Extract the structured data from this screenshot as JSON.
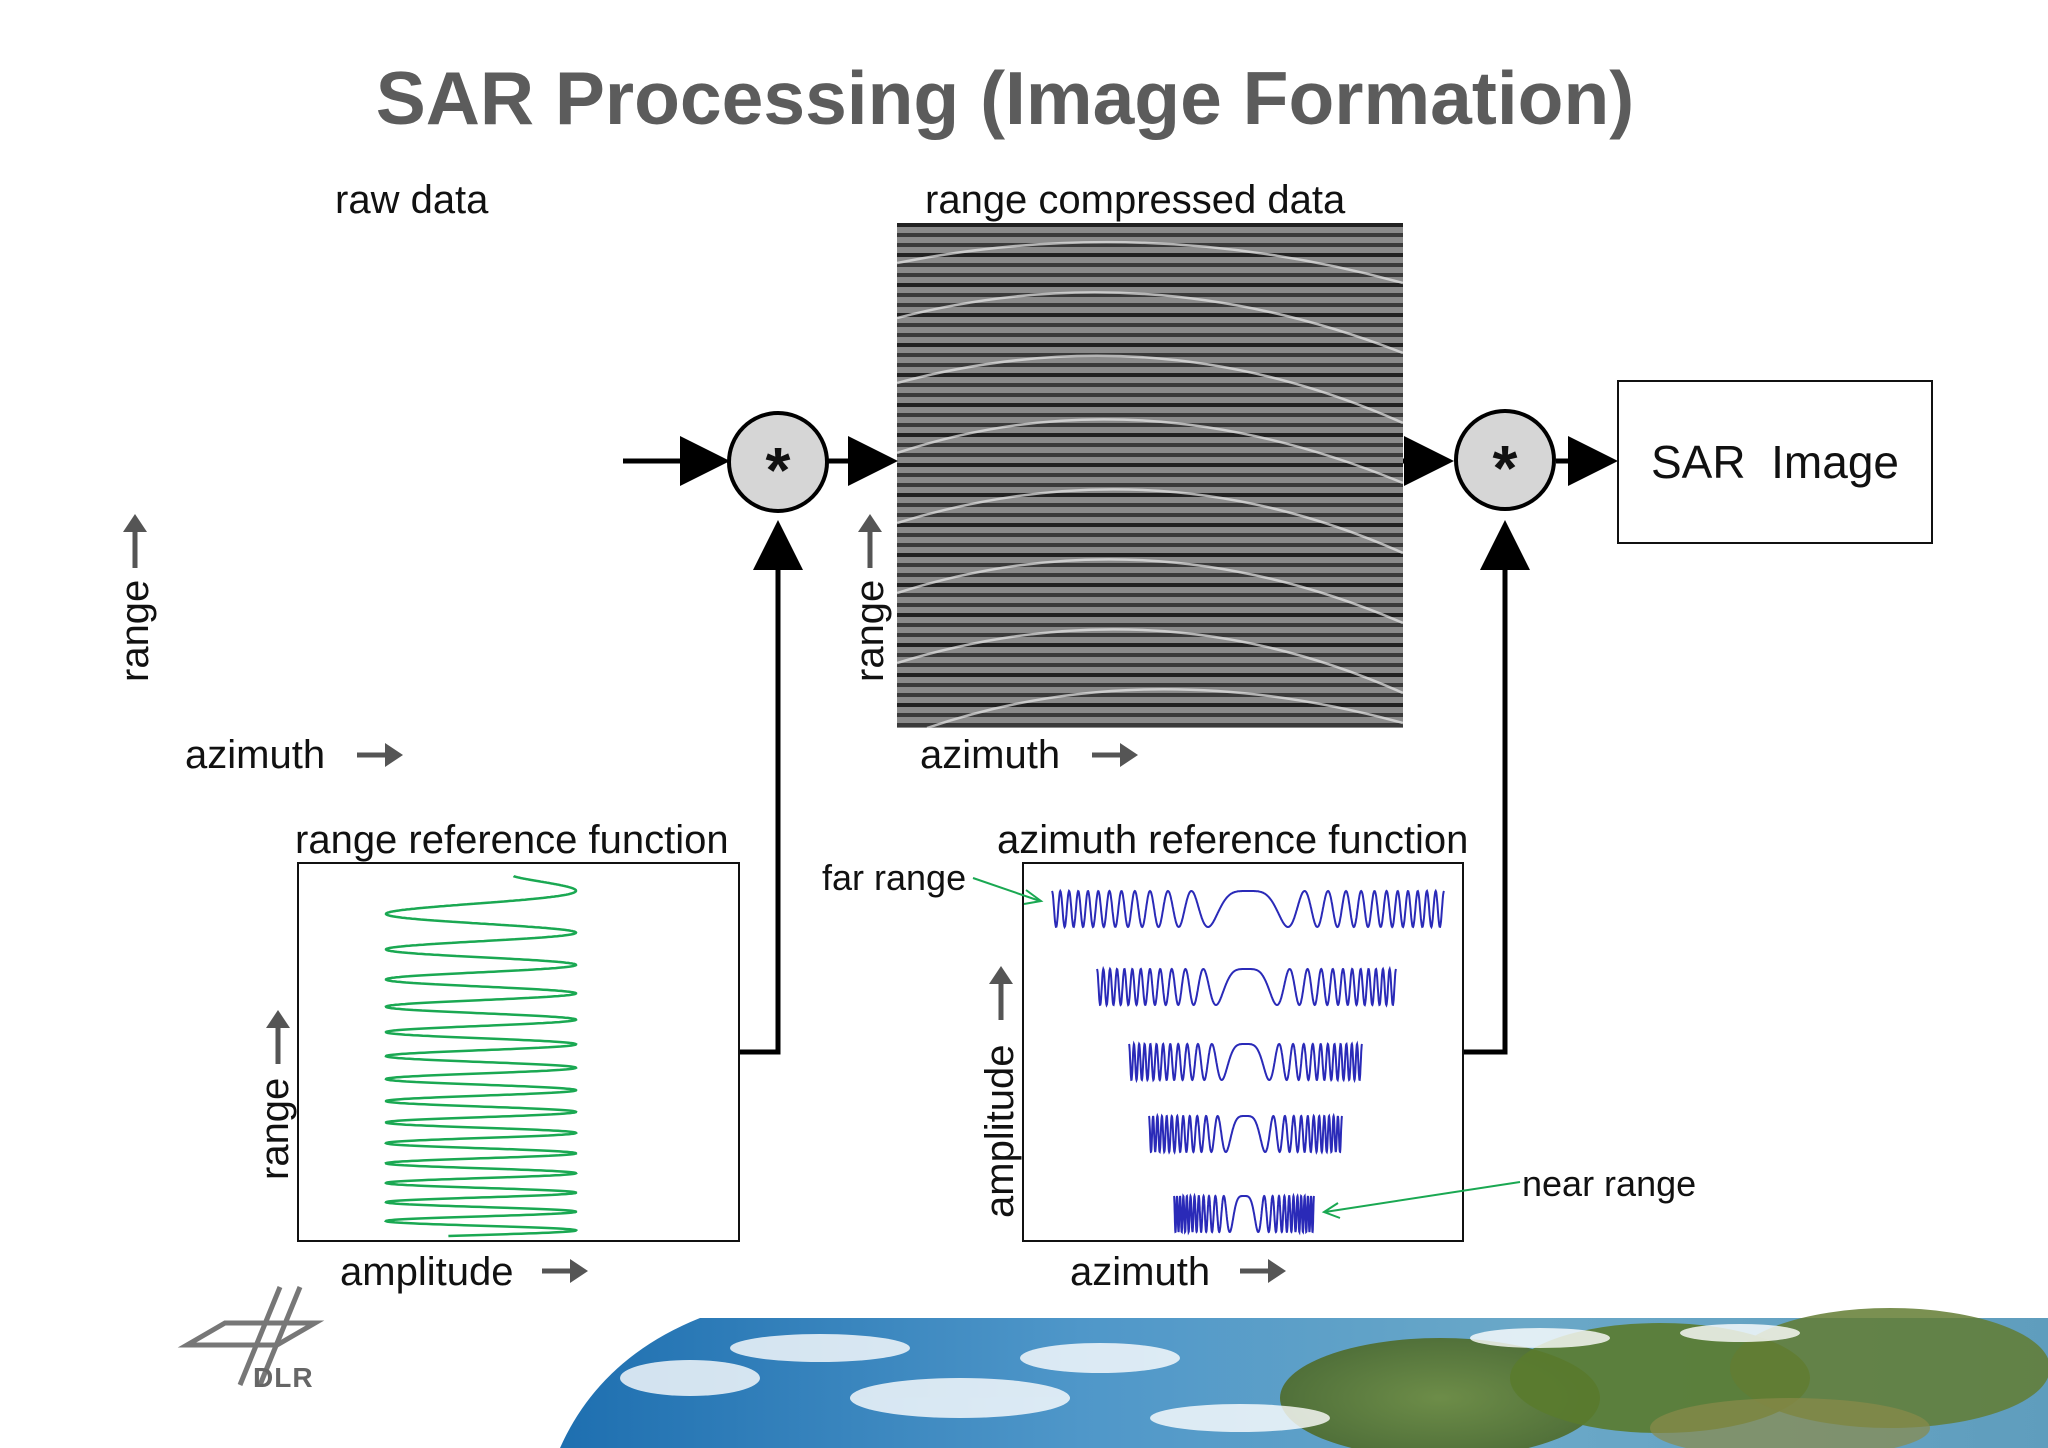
{
  "title": "SAR Processing (Image Formation)",
  "raw": {
    "label": "raw data",
    "axis_range": "range",
    "axis_azimuth": "azimuth"
  },
  "compressed": {
    "label": "range compressed data",
    "axis_range": "range",
    "axis_azimuth": "azimuth"
  },
  "operators": {
    "conv1": "*",
    "conv2": "*"
  },
  "output": {
    "label": "SAR  Image"
  },
  "range_ref": {
    "label": "range reference function",
    "axis_range": "range",
    "axis_amplitude": "amplitude"
  },
  "azimuth_ref": {
    "label": "azimuth reference function",
    "far_range": "far range",
    "near_range": "near range",
    "axis_amplitude": "amplitude",
    "axis_azimuth": "azimuth"
  },
  "logo": {
    "text": "DLR"
  },
  "colors": {
    "title": "#5c5c5c",
    "chirp_green": "#1aa852",
    "chirp_blue": "#2a2ab8",
    "operator_fill": "#d6d6d6",
    "arrow_gray": "#555555"
  }
}
